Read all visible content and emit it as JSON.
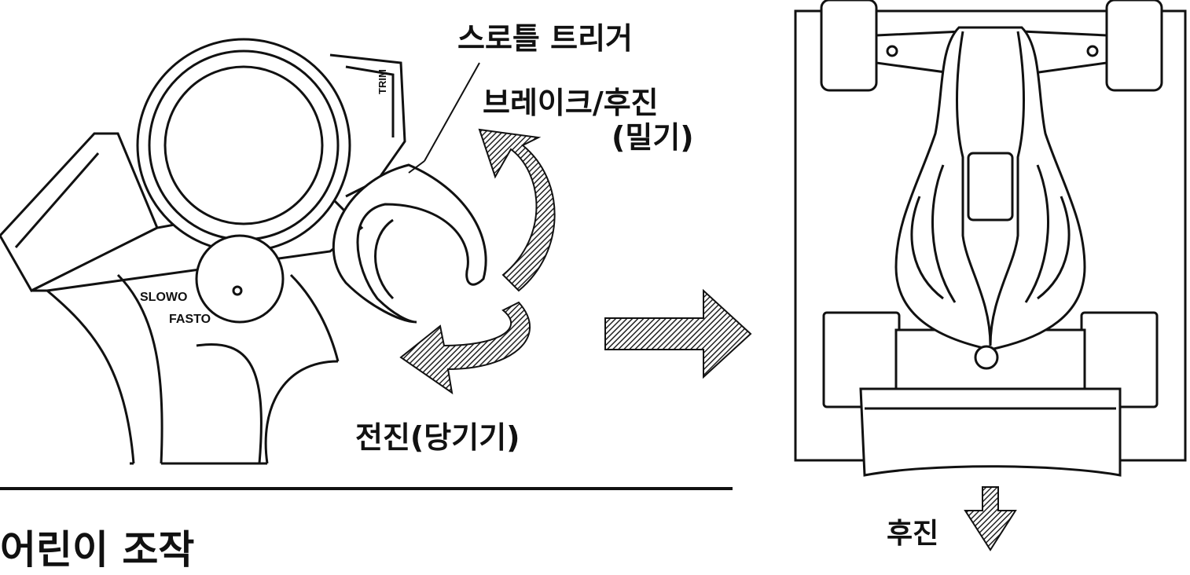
{
  "labels": {
    "throttle_trigger": "스로틀 트리거",
    "brake_reverse": "브레이크/후진",
    "push": "(밀기)",
    "forward_pull": "전진(당기기)",
    "section_heading": "어린이 조작",
    "reverse": "후진",
    "slow": "SLOWO",
    "fast": "FASTO",
    "trim": "TRIM"
  },
  "colors": {
    "ink": "#111111",
    "hatch": "#555555",
    "paper": "#ffffff"
  },
  "icons": [
    "curved-arrow-up-icon",
    "curved-arrow-down-icon",
    "right-arrow-icon",
    "down-arrow-icon"
  ]
}
